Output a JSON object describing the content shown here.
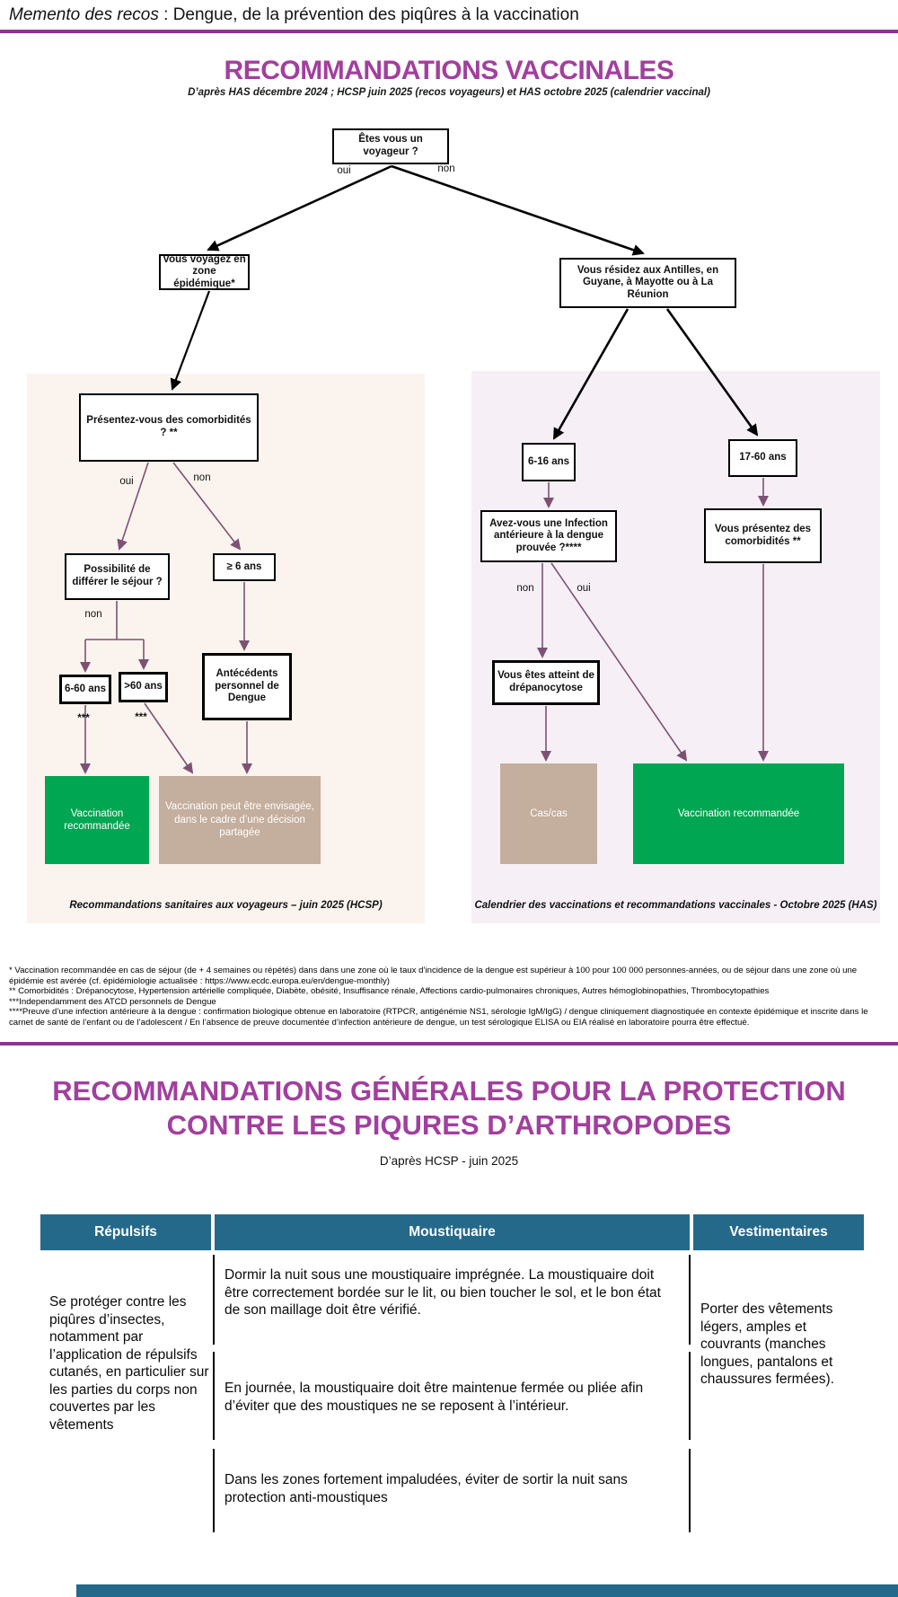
{
  "header": {
    "title_italic": "Memento des recos",
    "title_rest": " : Dengue, de la prévention des piqûres à la vaccination"
  },
  "section1": {
    "title": "RECOMMANDATIONS VACCINALES",
    "subtitle": "D’après HAS décembre 2024 ; HCSP juin 2025 (recos voyageurs)  et HAS octobre 2025 (calendrier vaccinal)",
    "nodes": {
      "etes_voyageur": "Êtes vous un voyageur ?",
      "voyagez_zone": "Vous voyagez en zone épidémique*",
      "residez": "Vous résidez aux Antilles, en Guyane, à Mayotte ou à La Réunion",
      "presentez_comorbidites": "Présentez-vous des comorbidités ? **",
      "possibilite_differer": "Possibilité de différer le séjour ?",
      "ge_6_ans": "≥ 6 ans",
      "age_6_60": "6-60 ans",
      "age_gt_60": ">60 ans",
      "antecedents": "Antécédents personnel de Dengue",
      "age_6_16": "6-16 ans",
      "age_17_60": "17-60 ans",
      "infection_anterieure": "Avez-vous une Infection antérieure à la dengue prouvée ?****",
      "presentez_comorbidites_2": "Vous présentez des comorbidités **",
      "drepanocytose": "Vous êtes atteint de drépanocytose"
    },
    "results": {
      "vaccination_recommandee_1": "Vaccination recommandée",
      "vaccination_envisagee": "Vaccination peut être envisagée, dans le cadre d’une décision partagée",
      "cas_cas": "Cas/cas",
      "vaccination_recommandee_2": "Vaccination recommandée"
    },
    "labels": {
      "oui": "oui",
      "non": "non",
      "stars": "***"
    },
    "captions": {
      "left": "Recommandations sanitaires aux voyageurs – juin 2025 (HCSP)",
      "right": "Calendrier des vaccinations et recommandations vaccinales - Octobre 2025 (HAS)"
    },
    "footnotes": [
      "* Vaccination recommandée en cas de séjour (de + 4 semaines ou répétés) dans dans une zone où le taux d’incidence de la dengue est supérieur à 100 pour 100 000 personnes-années, ou de séjour dans une zone où une épidémie est avérée (cf. épidémiologie actualisée : https://www.ecdc.europa.eu/en/dengue-monthly)",
      "** Comorbidités : Drépanocytose, Hypertension artérielle compliquée, Diabète, obésité, Insuffisance rénale, Affections cardio-pulmonaires chroniques, Autres hémoglobinopathies, Thrombocytopathies",
      "***Independamment des ATCD personnels de Dengue",
      "****Preuve d’une infection antérieure à la dengue : confirmation biologique obtenue en laboratoire (RTPCR, antigénémie NS1, sérologie IgM/IgG) / dengue cliniquement diagnostiquée en contexte épidémique et inscrite dans le carnet de santé de l’enfant ou de l’adolescent / En l’absence de preuve documentée d’infection antérieure de dengue, un test sérologique ELISA ou EIA réalisé en laboratoire pourra être effectué."
    ]
  },
  "section2": {
    "title_line1": "RECOMMANDATIONS GÉNÉRALES POUR LA PROTECTION",
    "title_line2": "CONTRE LES PIQURES D’ARTHROPODES",
    "subtitle": "D’après HCSP - juin 2025",
    "table": {
      "headers": [
        "Répulsifs",
        "Moustiquaire",
        "Vestimentaires"
      ],
      "repulsifs": "Se protéger contre les piqûres d’insectes, notamment par l’application de répulsifs cutanés, en particulier sur les parties du corps non couvertes par les vêtements",
      "moustiquaire": [
        "Dormir la nuit sous une moustiquaire imprégnée. La moustiquaire doit être correctement bordée sur le lit, ou bien toucher le sol, et le bon état de son maillage doit être vérifié.",
        "En journée, la moustiquaire doit être maintenue fermée ou pliée afin d’éviter que des moustiques ne se reposent à l’intérieur.",
        "Dans les zones fortement impaludées, éviter de sortir la nuit sans protection anti-moustiques"
      ],
      "vestimentaires": "Porter des vêtements légers, amples et couvrants (manches longues, pantalons et chaussures fermées)."
    }
  },
  "colors": {
    "accent_purple": "#A23F9E",
    "rule_purple": "#8E3390",
    "green": "#00A651",
    "beige": "#C4AE9D",
    "arrow_purple": "#7D5174",
    "table_header_blue": "#25698A",
    "panel_pink": "#FBF4EE",
    "panel_lavender": "#F6F0F6"
  }
}
